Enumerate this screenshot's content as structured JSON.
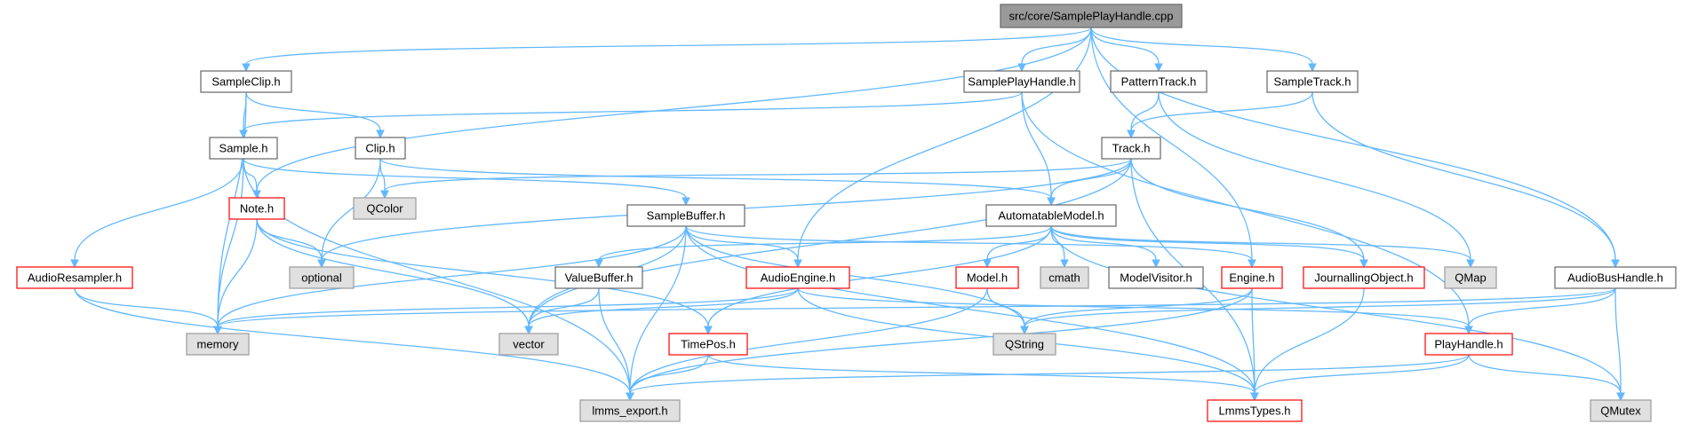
{
  "diagram": {
    "style": {
      "edge_color": "#63b8ff",
      "node_fill_normal": "#ffffff",
      "node_stroke_normal": "#666666",
      "node_stroke_red": "#ff0000",
      "node_fill_external": "#e0e0e0",
      "node_stroke_external": "#999999",
      "node_fill_root": "#999999",
      "node_stroke_root": "#666666"
    },
    "nodes": [
      {
        "id": "root",
        "label": "src/core/SamplePlayHandle.cpp",
        "kind": "root"
      },
      {
        "id": "sampleclip",
        "label": "SampleClip.h",
        "kind": "normal"
      },
      {
        "id": "sampleplayhandle",
        "label": "SamplePlayHandle.h",
        "kind": "normal"
      },
      {
        "id": "patterntrack",
        "label": "PatternTrack.h",
        "kind": "normal"
      },
      {
        "id": "sampletrack",
        "label": "SampleTrack.h",
        "kind": "normal"
      },
      {
        "id": "sample",
        "label": "Sample.h",
        "kind": "normal"
      },
      {
        "id": "clip",
        "label": "Clip.h",
        "kind": "normal"
      },
      {
        "id": "track",
        "label": "Track.h",
        "kind": "normal"
      },
      {
        "id": "note",
        "label": "Note.h",
        "kind": "red"
      },
      {
        "id": "qcolor",
        "label": "QColor",
        "kind": "external"
      },
      {
        "id": "samplebuffer",
        "label": "SampleBuffer.h",
        "kind": "normal"
      },
      {
        "id": "automatablemodel",
        "label": "AutomatableModel.h",
        "kind": "normal"
      },
      {
        "id": "audioresampler",
        "label": "AudioResampler.h",
        "kind": "red"
      },
      {
        "id": "optional",
        "label": "optional",
        "kind": "external"
      },
      {
        "id": "valuebuffer",
        "label": "ValueBuffer.h",
        "kind": "normal"
      },
      {
        "id": "audioengine",
        "label": "AudioEngine.h",
        "kind": "red"
      },
      {
        "id": "model",
        "label": "Model.h",
        "kind": "red"
      },
      {
        "id": "cmath",
        "label": "cmath",
        "kind": "external"
      },
      {
        "id": "modelvisitor",
        "label": "ModelVisitor.h",
        "kind": "normal"
      },
      {
        "id": "engine",
        "label": "Engine.h",
        "kind": "red"
      },
      {
        "id": "journalling",
        "label": "JournallingObject.h",
        "kind": "red"
      },
      {
        "id": "qmap",
        "label": "QMap",
        "kind": "external"
      },
      {
        "id": "audiobushandle",
        "label": "AudioBusHandle.h",
        "kind": "normal"
      },
      {
        "id": "memory",
        "label": "memory",
        "kind": "external"
      },
      {
        "id": "vector",
        "label": "vector",
        "kind": "external"
      },
      {
        "id": "timepos",
        "label": "TimePos.h",
        "kind": "red"
      },
      {
        "id": "qstring",
        "label": "QString",
        "kind": "external"
      },
      {
        "id": "playhandle",
        "label": "PlayHandle.h",
        "kind": "red"
      },
      {
        "id": "lmmsexport",
        "label": "lmms_export.h",
        "kind": "external"
      },
      {
        "id": "lmmstypes",
        "label": "LmmsTypes.h",
        "kind": "red"
      },
      {
        "id": "qmutex",
        "label": "QMutex",
        "kind": "external"
      }
    ],
    "edges": [
      [
        "root",
        "sampleclip"
      ],
      [
        "root",
        "sampleplayhandle"
      ],
      [
        "root",
        "patterntrack"
      ],
      [
        "root",
        "sampletrack"
      ],
      [
        "root",
        "note"
      ],
      [
        "root",
        "audioengine"
      ],
      [
        "root",
        "engine"
      ],
      [
        "root",
        "audiobushandle"
      ],
      [
        "sampleclip",
        "sample"
      ],
      [
        "sampleclip",
        "clip"
      ],
      [
        "sampleclip",
        "memory"
      ],
      [
        "sampleplayhandle",
        "sample"
      ],
      [
        "sampleplayhandle",
        "automatablemodel"
      ],
      [
        "sampleplayhandle",
        "playhandle"
      ],
      [
        "patterntrack",
        "track"
      ],
      [
        "patterntrack",
        "qmap"
      ],
      [
        "sampletrack",
        "track"
      ],
      [
        "sampletrack",
        "audiobushandle"
      ],
      [
        "sample",
        "note"
      ],
      [
        "sample",
        "audioresampler"
      ],
      [
        "sample",
        "samplebuffer"
      ],
      [
        "sample",
        "memory"
      ],
      [
        "sample",
        "lmmsexport"
      ],
      [
        "clip",
        "qcolor"
      ],
      [
        "clip",
        "optional"
      ],
      [
        "clip",
        "automatablemodel"
      ],
      [
        "track",
        "automatablemodel"
      ],
      [
        "track",
        "journalling"
      ],
      [
        "track",
        "qcolor"
      ],
      [
        "track",
        "optional"
      ],
      [
        "track",
        "vector"
      ],
      [
        "track",
        "lmmstypes"
      ],
      [
        "note",
        "optional"
      ],
      [
        "note",
        "memory"
      ],
      [
        "note",
        "vector"
      ],
      [
        "note",
        "timepos"
      ],
      [
        "samplebuffer",
        "audioengine"
      ],
      [
        "samplebuffer",
        "vector"
      ],
      [
        "samplebuffer",
        "memory"
      ],
      [
        "samplebuffer",
        "qstring"
      ],
      [
        "samplebuffer",
        "lmmsexport"
      ],
      [
        "samplebuffer",
        "lmmstypes"
      ],
      [
        "samplebuffer",
        "engine"
      ],
      [
        "automatablemodel",
        "valuebuffer"
      ],
      [
        "automatablemodel",
        "model"
      ],
      [
        "automatablemodel",
        "cmath"
      ],
      [
        "automatablemodel",
        "modelvisitor"
      ],
      [
        "automatablemodel",
        "journalling"
      ],
      [
        "automatablemodel",
        "qmap"
      ],
      [
        "automatablemodel",
        "timepos"
      ],
      [
        "automatablemodel",
        "qmutex"
      ],
      [
        "audioresampler",
        "memory"
      ],
      [
        "audioresampler",
        "lmmsexport"
      ],
      [
        "valuebuffer",
        "vector"
      ],
      [
        "valuebuffer",
        "lmmsexport"
      ],
      [
        "audioengine",
        "memory"
      ],
      [
        "audioengine",
        "vector"
      ],
      [
        "audioengine",
        "playhandle"
      ],
      [
        "audioengine",
        "lmmstypes"
      ],
      [
        "model",
        "qstring"
      ],
      [
        "model",
        "lmmsexport"
      ],
      [
        "engine",
        "qstring"
      ],
      [
        "engine",
        "lmmstypes"
      ],
      [
        "engine",
        "lmmsexport"
      ],
      [
        "journalling",
        "lmmstypes"
      ],
      [
        "audiobushandle",
        "memory"
      ],
      [
        "audiobushandle",
        "qstring"
      ],
      [
        "audiobushandle",
        "playhandle"
      ],
      [
        "audiobushandle",
        "qmutex"
      ],
      [
        "timepos",
        "lmmsexport"
      ],
      [
        "timepos",
        "lmmstypes"
      ],
      [
        "playhandle",
        "lmmsexport"
      ],
      [
        "playhandle",
        "lmmstypes"
      ],
      [
        "playhandle",
        "qmutex"
      ]
    ]
  }
}
